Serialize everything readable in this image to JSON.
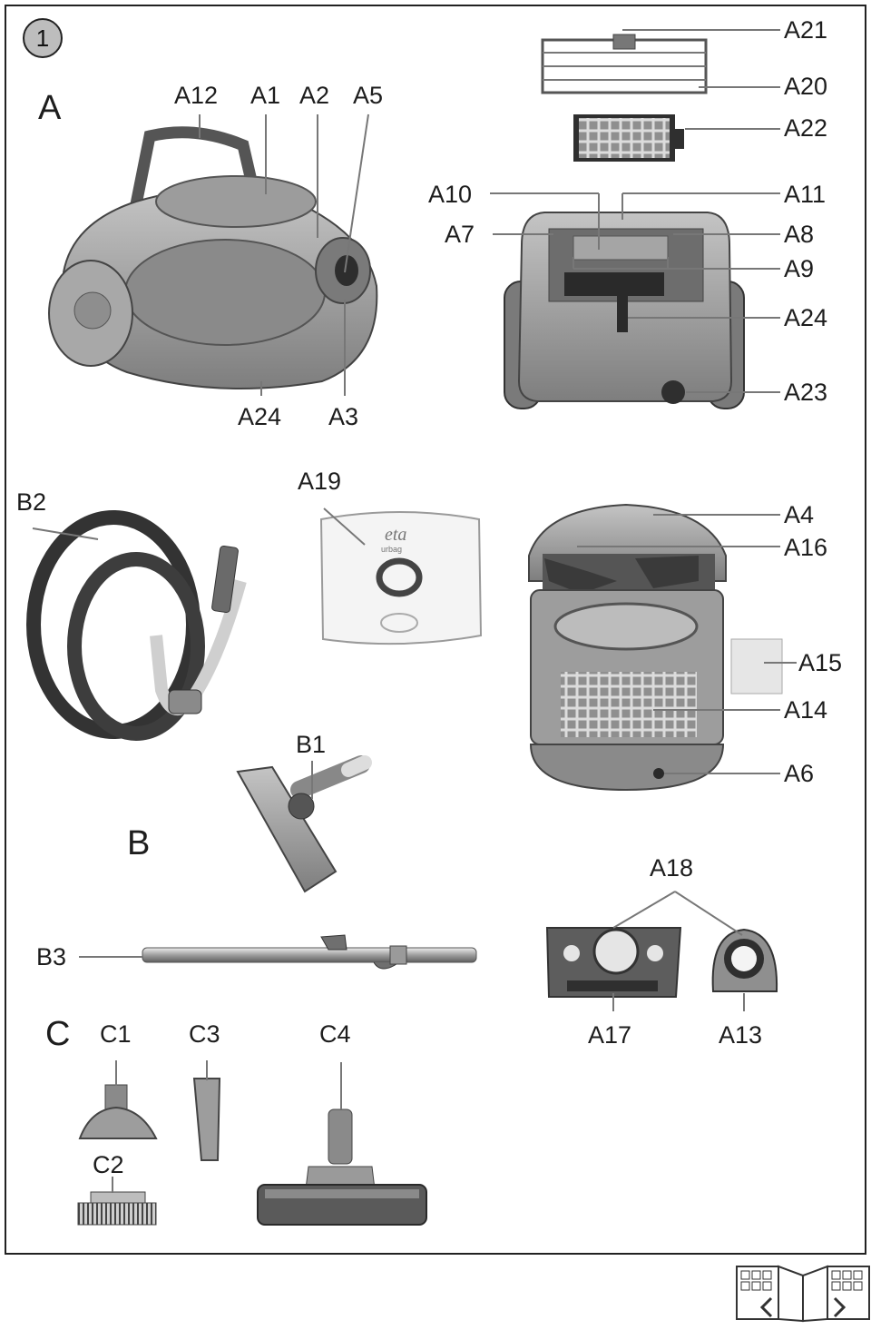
{
  "figure": {
    "number": "1"
  },
  "sections": {
    "a": "A",
    "b": "B",
    "c": "C"
  },
  "labels": {
    "a12": "A12",
    "a1": "A1",
    "a2": "A2",
    "a5": "A5",
    "a24_left": "A24",
    "a3": "A3",
    "a21": "A21",
    "a20": "A20",
    "a22": "A22",
    "a10": "A10",
    "a11": "A11",
    "a7": "A7",
    "a8": "A8",
    "a9": "A9",
    "a24_right": "A24",
    "a23": "A23",
    "b2": "B2",
    "a19": "A19",
    "a4": "A4",
    "a16": "A16",
    "a15": "A15",
    "a14": "A14",
    "a6": "A6",
    "b1": "B1",
    "a18": "A18",
    "b3": "B3",
    "a17": "A17",
    "a13": "A13",
    "c1": "C1",
    "c3": "C3",
    "c4": "C4",
    "c2": "C2"
  },
  "bag_brand": "eta",
  "bag_sub": "urbag",
  "colors": {
    "ink": "#1d1d1d",
    "leader": "#777777",
    "body": "#9a9a9a",
    "dark": "#3a3a3a",
    "light": "#d9d9d9"
  },
  "icons": {
    "nav": "foldout-pages-icon"
  }
}
